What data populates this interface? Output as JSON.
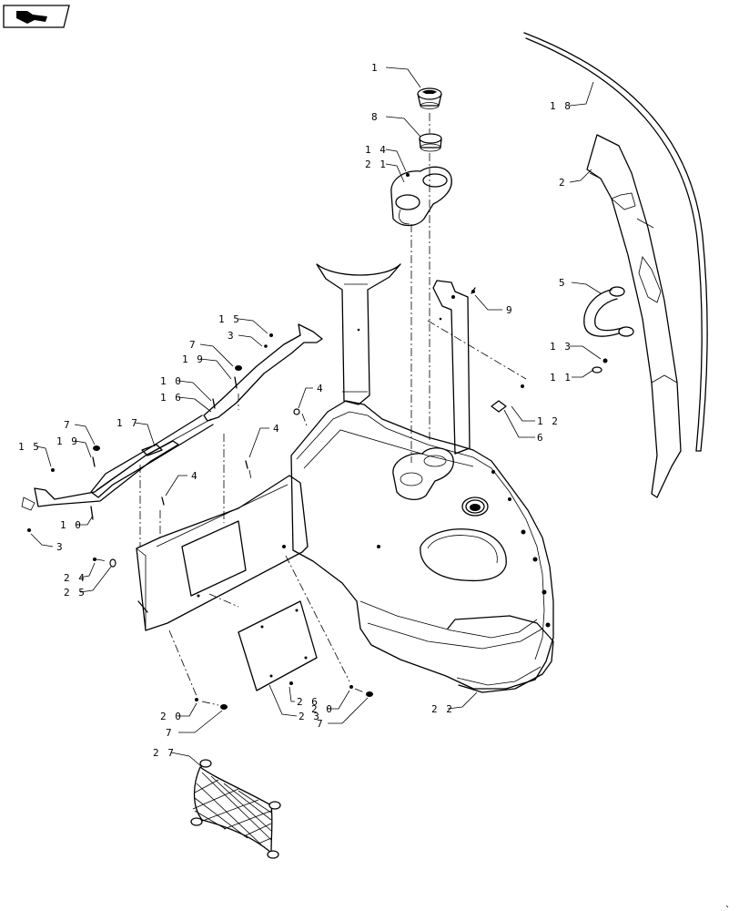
{
  "callouts": [
    {
      "id": "1",
      "text": "1"
    },
    {
      "id": "8",
      "text": "8"
    },
    {
      "id": "14",
      "text": "14"
    },
    {
      "id": "21",
      "text": "21"
    },
    {
      "id": "18",
      "text": "18"
    },
    {
      "id": "2",
      "text": "2"
    },
    {
      "id": "9",
      "text": "9"
    },
    {
      "id": "5",
      "text": "5"
    },
    {
      "id": "13",
      "text": "13"
    },
    {
      "id": "11",
      "text": "11"
    },
    {
      "id": "12",
      "text": "12"
    },
    {
      "id": "6",
      "text": "6"
    },
    {
      "id": "15a",
      "text": "15"
    },
    {
      "id": "3a",
      "text": "3"
    },
    {
      "id": "7a",
      "text": "7"
    },
    {
      "id": "19a",
      "text": "19"
    },
    {
      "id": "10a",
      "text": "10"
    },
    {
      "id": "16",
      "text": "16"
    },
    {
      "id": "4a",
      "text": "4"
    },
    {
      "id": "17",
      "text": "17"
    },
    {
      "id": "4b",
      "text": "4"
    },
    {
      "id": "7b",
      "text": "7"
    },
    {
      "id": "15b",
      "text": "15"
    },
    {
      "id": "19b",
      "text": "19"
    },
    {
      "id": "4c",
      "text": "4"
    },
    {
      "id": "10b",
      "text": "10"
    },
    {
      "id": "3b",
      "text": "3"
    },
    {
      "id": "24",
      "text": "24"
    },
    {
      "id": "25",
      "text": "25"
    },
    {
      "id": "26",
      "text": "26"
    },
    {
      "id": "20a",
      "text": "20"
    },
    {
      "id": "7c",
      "text": "7"
    },
    {
      "id": "23",
      "text": "23"
    },
    {
      "id": "20b",
      "text": "20"
    },
    {
      "id": "7d",
      "text": "7"
    },
    {
      "id": "22",
      "text": "22"
    },
    {
      "id": "27",
      "text": "27"
    }
  ],
  "icons": {
    "nav_badge": "arrow-badge-icon"
  }
}
